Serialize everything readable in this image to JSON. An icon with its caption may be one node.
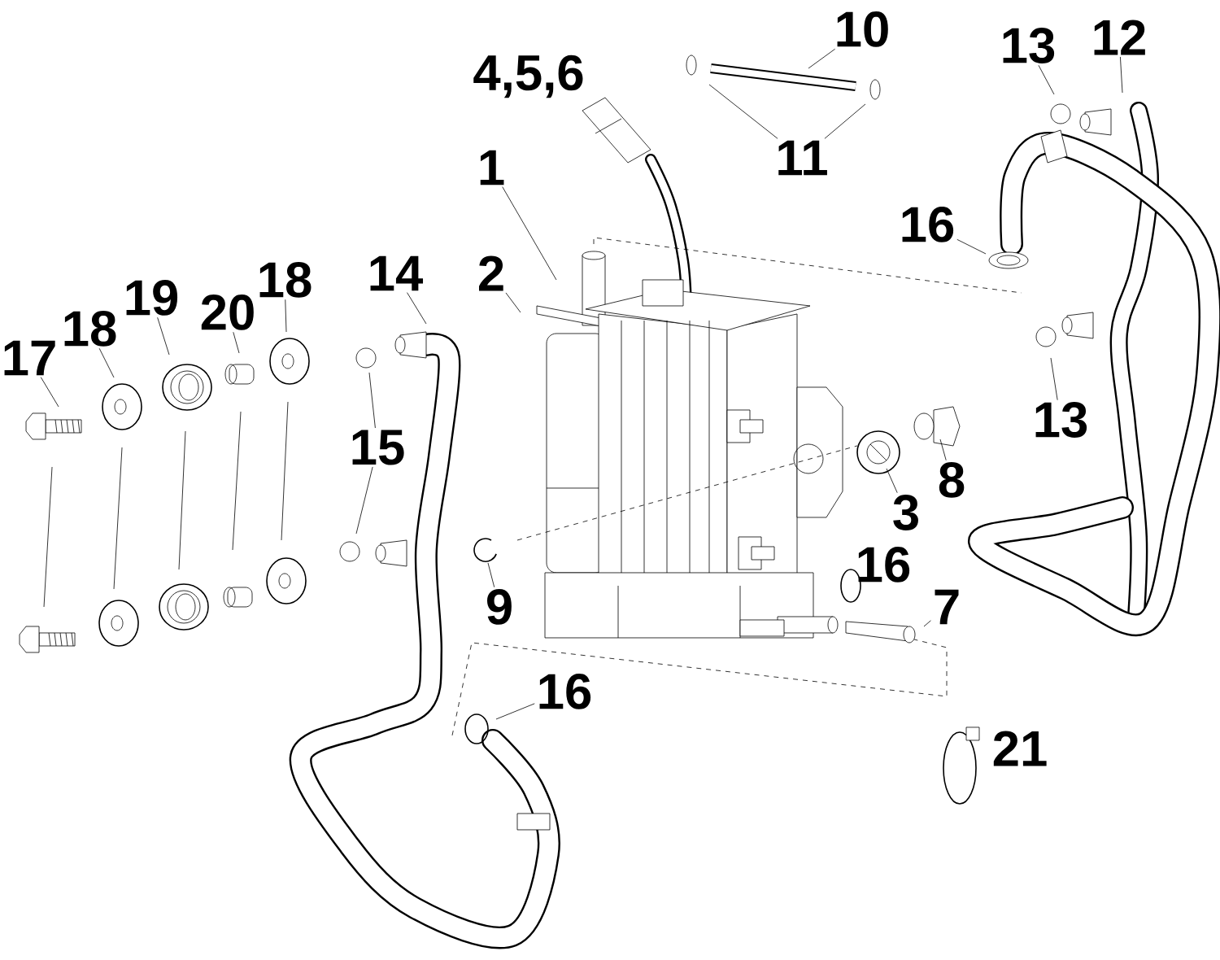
{
  "diagram": {
    "nodes": [
      {
        "text": [
          "10"
        ]
      },
      {
        "text": [
          "12"
        ]
      },
      {
        "text": [
          "13"
        ]
      },
      {
        "text": [
          "11"
        ]
      },
      {
        "text": [
          "1"
        ]
      },
      {
        "text": [
          "16"
        ]
      },
      {
        "text": [
          "14"
        ]
      },
      {
        "text": [
          "2"
        ]
      },
      {
        "text": [
          "18"
        ]
      },
      {
        "text": [
          "19"
        ]
      },
      {
        "text": [
          "20"
        ]
      },
      {
        "text": [
          "18"
        ]
      },
      {
        "text": [
          "17"
        ]
      },
      {
        "text": [
          "13"
        ]
      },
      {
        "text": [
          "15"
        ]
      },
      {
        "text": [
          "8"
        ]
      },
      {
        "text": [
          "3"
        ]
      },
      {
        "text": [
          "9"
        ]
      },
      {
        "text": [
          "7"
        ]
      },
      {
        "text": [
          "16"
        ]
      }
    ],
    "edges": [
      {
        "from": 0,
        "to": null,
        "arrow": "none"
      },
      {
        "from": 1,
        "to": null,
        "arrow": "none"
      },
      {
        "from": 2,
        "to": null,
        "arrow": "none"
      },
      {
        "from": 3,
        "to": null,
        "arrow": "none"
      },
      {
        "from": 3,
        "to": null,
        "arrow": "none"
      },
      {
        "from": 4,
        "to": null,
        "arrow": "none"
      },
      {
        "from": 5,
        "to": null,
        "arrow": "none"
      },
      {
        "from": 6,
        "to": null,
        "arrow": "none"
      },
      {
        "from": 7,
        "to": null,
        "arrow": "none"
      },
      {
        "from": 8,
        "to": null,
        "arrow": "none"
      },
      {
        "from": 9,
        "to": null,
        "arrow": "none"
      },
      {
        "from": 10,
        "to": null,
        "arrow": "none"
      },
      {
        "from": 11,
        "to": null,
        "arrow": "none"
      },
      {
        "from": 12,
        "to": null,
        "arrow": "none"
      },
      {
        "from": 13,
        "to": null,
        "arrow": "none"
      },
      {
        "from": 14,
        "to": null,
        "arrow": "none"
      },
      {
        "from": 14,
        "to": null,
        "arrow": "none"
      },
      {
        "from": 15,
        "to": null,
        "arrow": "none"
      },
      {
        "from": 16,
        "to": null,
        "arrow": "none"
      },
      {
        "from": 17,
        "to": null,
        "arrow": "none"
      },
      {
        "from": 18,
        "to": null,
        "arrow": "none"
      },
      {
        "from": 19,
        "to": null,
        "arrow": "none"
      }
    ],
    "labels": [
      "4,5,6",
      "16",
      "21"
    ]
  }
}
